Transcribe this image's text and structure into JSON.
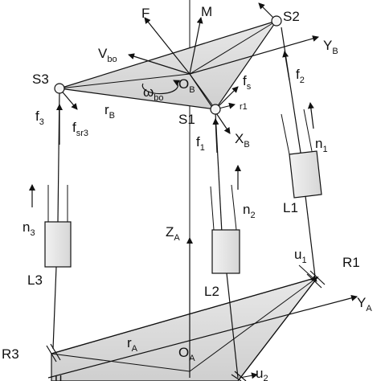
{
  "labels": {
    "F": "F",
    "M": "M",
    "S1": "S1",
    "S2": "S2",
    "S3": "S3",
    "YB": "Y",
    "YB_sub": "B",
    "Vbo": "V",
    "Vbo_sub": "bo",
    "OB": "O",
    "OB_sub": "B",
    "fs": "f",
    "fs_sub": "s",
    "r1": "r1",
    "wbo": "ω",
    "wbo_sub": "bo",
    "rB": "r",
    "rB_sub": "B",
    "f1": "f",
    "f1_sub": "1",
    "f2": "f",
    "f2_sub": "2",
    "f3": "f",
    "f3_sub": "3",
    "fsr3": "f",
    "fsr3_sub": "sr3",
    "XB": "X",
    "XB_sub": "B",
    "n1": "n",
    "n1_sub": "1",
    "n2": "n",
    "n2_sub": "2",
    "n3": "n",
    "n3_sub": "3",
    "L1": "L1",
    "L2": "L2",
    "L3": "L3",
    "ZA": "Z",
    "ZA_sub": "A",
    "u1": "u",
    "u1_sub": "1",
    "u2": "u",
    "u2_sub": "2",
    "u3": "u",
    "R1": "R1",
    "R3": "R3",
    "YA": "Y",
    "YA_sub": "A",
    "rA": "r",
    "rA_sub": "A",
    "OA": "O",
    "OA_sub": "A"
  },
  "colors": {
    "stroke": "#111111",
    "platform_fill": "#dcdcdc",
    "cylinder_fill": "#e9e9e9"
  }
}
